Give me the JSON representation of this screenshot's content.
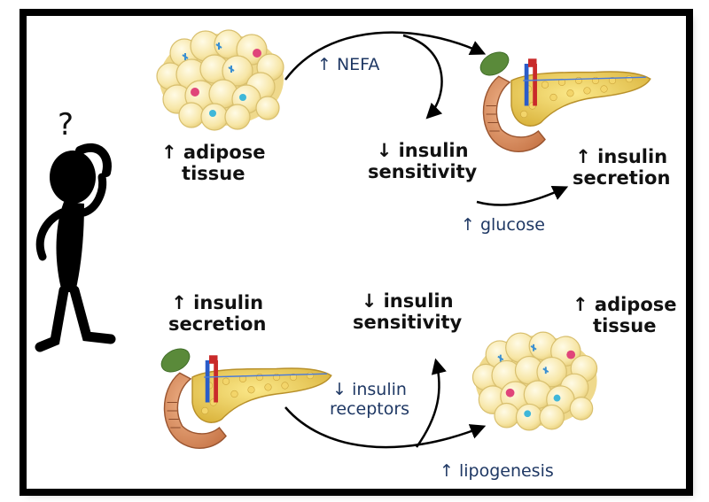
{
  "colors": {
    "frame": "#000000",
    "label": "#111111",
    "mediator": "#1f3864",
    "fat": "#f5e3a0",
    "pancreas": "#e8c95a"
  },
  "icons": [
    "thinking-person-icon",
    "question-mark-icon",
    "adipose-tissue-icon",
    "pancreas-icon"
  ],
  "question_mark": "?",
  "top_cycle": {
    "adipose": {
      "line1": "↑ adipose",
      "line2": "tissue"
    },
    "mediator_nefa": "↑ NEFA",
    "sensitivity": {
      "line1": "↓ insulin",
      "line2": "sensitivity"
    },
    "secretion": {
      "line1": "↑ insulin",
      "line2": "secretion"
    },
    "mediator_glucose": "↑ glucose"
  },
  "bottom_cycle": {
    "secretion": {
      "line1": "↑ insulin",
      "line2": "secretion"
    },
    "sensitivity": {
      "line1": "↓ insulin",
      "line2": "sensitivity"
    },
    "adipose": {
      "line1": "↑ adipose",
      "line2": "tissue"
    },
    "mediator_receptors": {
      "line1": "↓ insulin",
      "line2": "receptors"
    },
    "mediator_lipogenesis": "↑ lipogenesis"
  }
}
